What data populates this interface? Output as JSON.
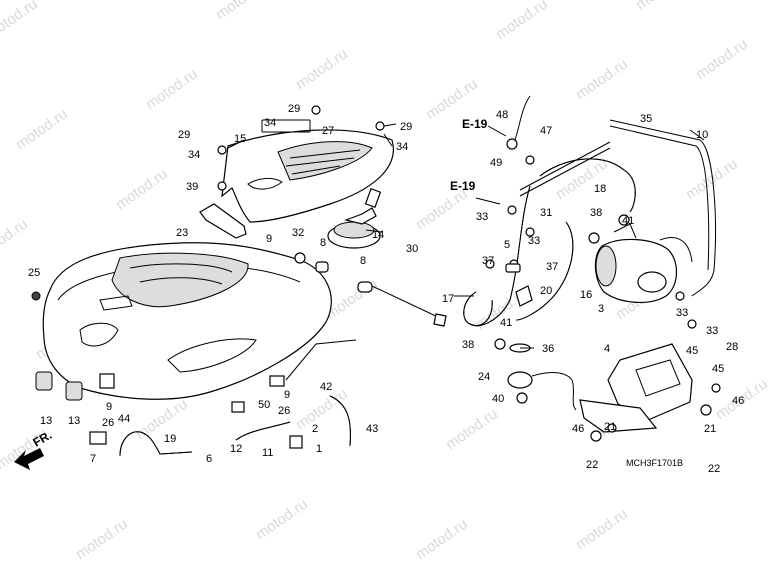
{
  "watermark": "motod.ru",
  "diagram_code": "MCH3F1701B",
  "front_arrow_label": "FR.",
  "references": [
    "E-19",
    "E-19"
  ],
  "callouts": [
    "1",
    "2",
    "3",
    "4",
    "5",
    "6",
    "7",
    "8",
    "8",
    "9",
    "9",
    "9",
    "10",
    "11",
    "12",
    "13",
    "13",
    "14",
    "15",
    "16",
    "17",
    "18",
    "19",
    "20",
    "21",
    "21",
    "22",
    "22",
    "23",
    "24",
    "25",
    "26",
    "26",
    "27",
    "28",
    "29",
    "29",
    "29",
    "30",
    "31",
    "32",
    "33",
    "33",
    "33",
    "33",
    "34",
    "34",
    "34",
    "35",
    "36",
    "37",
    "37",
    "38",
    "38",
    "39",
    "40",
    "41",
    "41",
    "42",
    "43",
    "44",
    "45",
    "45",
    "46",
    "46",
    "47",
    "48",
    "49",
    "50"
  ],
  "colors": {
    "line": "#000000",
    "watermark": "#d9d9d9",
    "background": "#ffffff"
  }
}
